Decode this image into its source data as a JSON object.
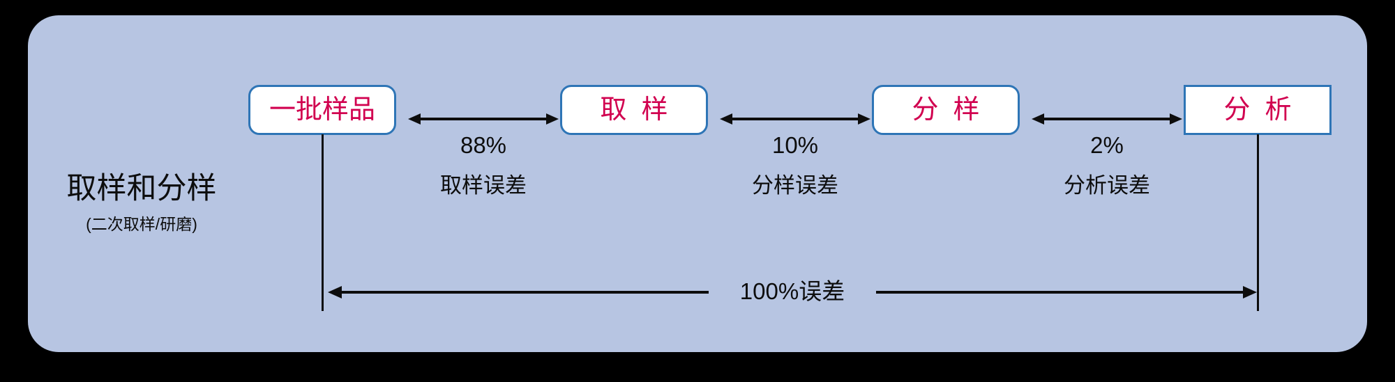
{
  "panel": {
    "background_color": "#b7c5e2",
    "canvas_color": "#000000"
  },
  "caption": {
    "title": "取样和分样",
    "subtitle": "(二次取样/研磨)"
  },
  "stages": [
    {
      "id": "lot",
      "label": "一批样品",
      "shape": "rounded"
    },
    {
      "id": "sampling",
      "label": "取  样",
      "shape": "rounded"
    },
    {
      "id": "dividing",
      "label": "分  样",
      "shape": "rounded"
    },
    {
      "id": "analysis",
      "label": "分  析",
      "shape": "square"
    }
  ],
  "gaps": [
    {
      "id": "sampling-error",
      "percent": "88%",
      "error_label": "取样误差"
    },
    {
      "id": "dividing-error",
      "percent": "10%",
      "error_label": "分样误差"
    },
    {
      "id": "analysis-error",
      "percent": "2%",
      "error_label": "分析误差"
    }
  ],
  "total": {
    "label": "100%误差"
  },
  "colors": {
    "panel_fill": "#b7c5e2",
    "box_border": "#2e75b6",
    "box_fill": "#ffffff",
    "box_text": "#d1004f",
    "body_text": "#0d0d0d",
    "arrow": "#0d0d0d"
  }
}
